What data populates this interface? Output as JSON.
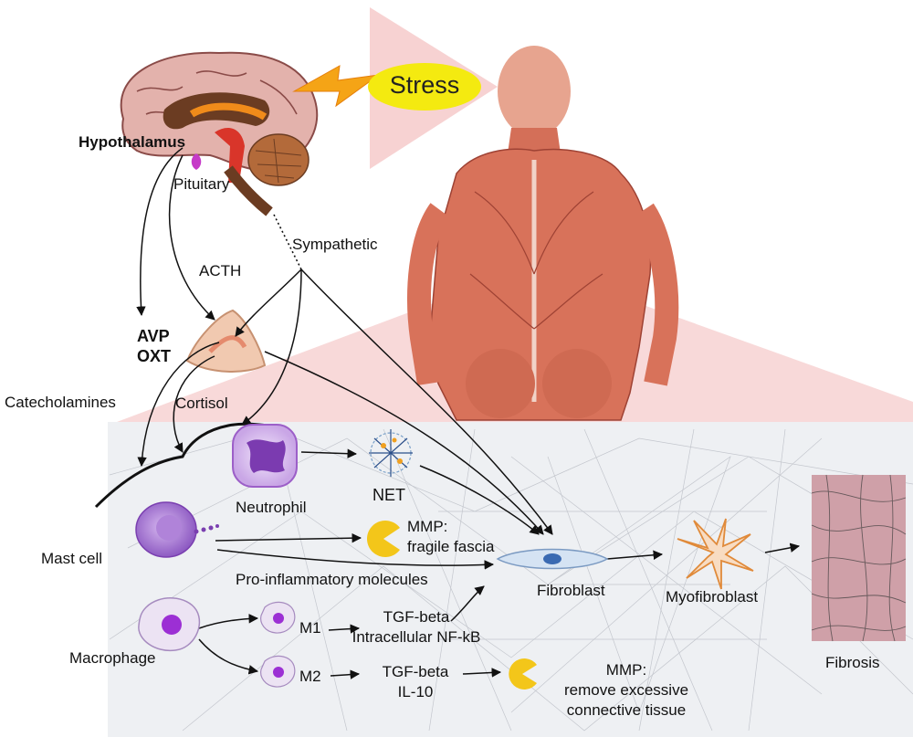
{
  "stress": "Stress",
  "labels": {
    "hypothalamus": "Hypothalamus",
    "pituitary": "Pituitary",
    "sympathetic": "Sympathetic",
    "acth": "ACTH",
    "avp": "AVP",
    "oxt": "OXT",
    "catecholamines": "Catecholamines",
    "cortisol": "Cortisol",
    "neutrophil": "Neutrophil",
    "net": "NET",
    "mast_cell": "Mast cell",
    "mmp1_line1": "MMP:",
    "mmp1_line2": "fragile fascia",
    "pro_inflammatory": "Pro-inflammatory molecules",
    "fibroblast": "Fibroblast",
    "myofibroblast": "Myofibroblast",
    "fibrosis": "Fibrosis",
    "macrophage": "Macrophage",
    "m1": "M1",
    "m2": "M2",
    "m1_line1": "TGF-beta",
    "m1_line2": "Intracellular NF-kB",
    "m2_line1": "TGF-beta",
    "m2_line2": "IL-10",
    "mmp2_line1": "MMP:",
    "mmp2_line2": "remove excessive",
    "mmp2_line3": "connective tissue"
  },
  "colors": {
    "stress_fill": "#f4ea10",
    "lightning": "#f5a416",
    "cone": "#f6cdcd",
    "muscle": "#d8725a",
    "cell_purple": "#9c5fc8",
    "pacman": "#f3c61a",
    "fibrosis": "#cfa0a8"
  }
}
